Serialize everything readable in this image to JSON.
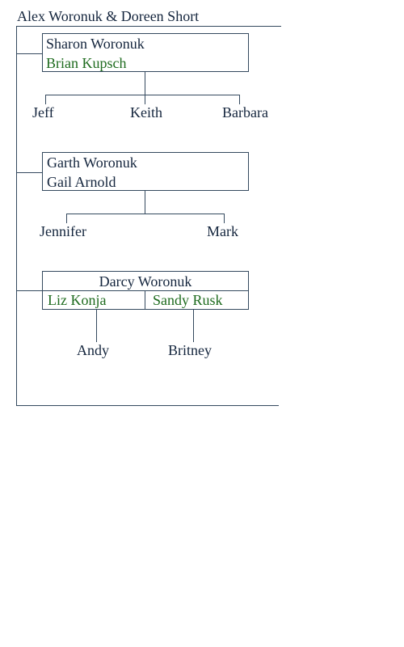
{
  "title": "Alex Woronuk & Doreen Short",
  "colors": {
    "line": "#34495e",
    "text": "#14253d",
    "spouse": "#1e6b1e",
    "background": "#ffffff"
  },
  "families": [
    {
      "person": "Sharon Woronuk",
      "spouse": "Brian Kupsch",
      "children": [
        "Jeff",
        "Keith",
        "Barbara"
      ]
    },
    {
      "person": "Garth Woronuk",
      "spouse": "Gail Arnold",
      "children": [
        "Jennifer",
        "Mark"
      ]
    },
    {
      "person": "Darcy Woronuk",
      "spouses": [
        {
          "name": "Liz Konja",
          "children": [
            "Andy"
          ]
        },
        {
          "name": "Sandy Rusk",
          "children": [
            "Britney"
          ]
        }
      ]
    }
  ]
}
